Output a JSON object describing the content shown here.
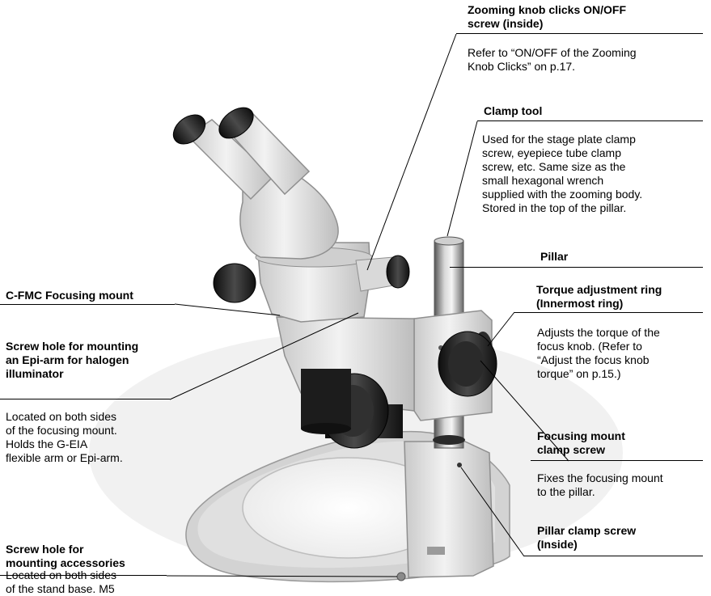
{
  "labels": {
    "zooming_knob": {
      "title": [
        "Zooming knob clicks ON/OFF",
        "screw (inside)"
      ],
      "desc": [
        "Refer to “ON/OFF of the Zooming",
        "Knob Clicks” on p.17."
      ]
    },
    "clamp_tool": {
      "title": [
        "Clamp tool"
      ],
      "desc": [
        "Used for the stage plate clamp",
        "screw, eyepiece tube clamp",
        "screw, etc.  Same size as the",
        "small hexagonal wrench",
        "supplied with the zooming body.",
        "Stored in the top of the pillar."
      ]
    },
    "pillar": {
      "title": [
        "Pillar"
      ]
    },
    "torque_ring": {
      "title": [
        "Torque adjustment ring",
        "(Innermost ring)"
      ],
      "desc": [
        "Adjusts the torque of the",
        "focus knob.  (Refer to",
        "“Adjust the focus knob",
        "torque” on p.15.)"
      ]
    },
    "focusing_clamp": {
      "title": [
        "Focusing mount",
        "clamp screw"
      ],
      "desc": [
        "Fixes the focusing mount",
        "to the pillar."
      ]
    },
    "pillar_clamp": {
      "title": [
        "Pillar clamp screw",
        "(Inside)"
      ]
    },
    "cfmc": {
      "title": [
        "C-FMC Focusing mount"
      ]
    },
    "epi_arm": {
      "title": [
        "Screw hole for mounting",
        "an Epi-arm for halogen",
        "illuminator"
      ],
      "desc": [
        "Located on both sides",
        "of the focusing mount.",
        "Holds the G-EIA",
        "flexible arm or Epi-arm."
      ]
    },
    "accessories": {
      "title": [
        "Screw hole for",
        "mounting accessories"
      ],
      "desc": [
        "Located on both sides",
        "of the stand base.  M5"
      ]
    }
  },
  "colors": {
    "text": "#000000",
    "photo_background": "#ffffff",
    "microscope_body": "#e4e4e4",
    "knob": "#1e1e1e"
  }
}
